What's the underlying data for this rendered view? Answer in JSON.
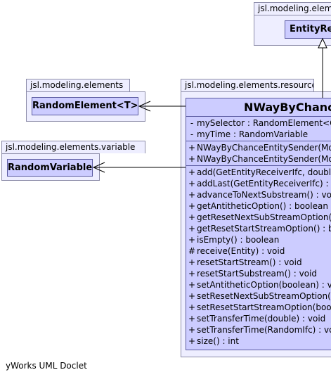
{
  "packages": {
    "top": {
      "name": "jsl.modeling.elements",
      "class_name": "EntityRec"
    },
    "elements": {
      "name": "jsl.modeling.elements",
      "class_name": "RandomElement<T>"
    },
    "variable": {
      "name": "jsl.modeling.elements.variable",
      "class_name": "RandomVariable"
    },
    "resource": {
      "name": "jsl.modeling.elements.resource"
    }
  },
  "main_class": {
    "name": "NWayByChanceI",
    "attributes": [
      {
        "vis": "-",
        "text": "mySelector : RandomElement<Ge"
      },
      {
        "vis": "-",
        "text": "myTime : RandomVariable"
      }
    ],
    "constructors": [
      {
        "vis": "+",
        "text": "NWayByChanceEntitySender(Mode"
      },
      {
        "vis": "+",
        "text": "NWayByChanceEntitySender(Mode"
      }
    ],
    "methods": [
      {
        "vis": "+",
        "text": "add(GetEntityReceiverIfc, double"
      },
      {
        "vis": "+",
        "text": "addLast(GetEntityReceiverIfc) : v"
      },
      {
        "vis": "+",
        "text": "advanceToNextSubstream() : voi"
      },
      {
        "vis": "+",
        "text": "getAntitheticOption() : boolean"
      },
      {
        "vis": "+",
        "text": "getResetNextSubStreamOption()"
      },
      {
        "vis": "+",
        "text": "getResetStartStreamOption() : bo"
      },
      {
        "vis": "+",
        "text": "isEmpty() : boolean"
      },
      {
        "vis": "#",
        "text": "receive(Entity) : void"
      },
      {
        "vis": "+",
        "text": "resetStartStream() : void"
      },
      {
        "vis": "+",
        "text": "resetStartSubstream() : void"
      },
      {
        "vis": "+",
        "text": "setAntitheticOption(boolean) : vo"
      },
      {
        "vis": "+",
        "text": "setResetNextSubStreamOption(bo"
      },
      {
        "vis": "+",
        "text": "setResetStartStreamOption(boole"
      },
      {
        "vis": "+",
        "text": "setTransferTime(double) : void"
      },
      {
        "vis": "+",
        "text": "setTransferTime(RandomIfc) : vo"
      },
      {
        "vis": "+",
        "text": "size() : int"
      }
    ]
  },
  "footer": "yWorks UML Doclet"
}
